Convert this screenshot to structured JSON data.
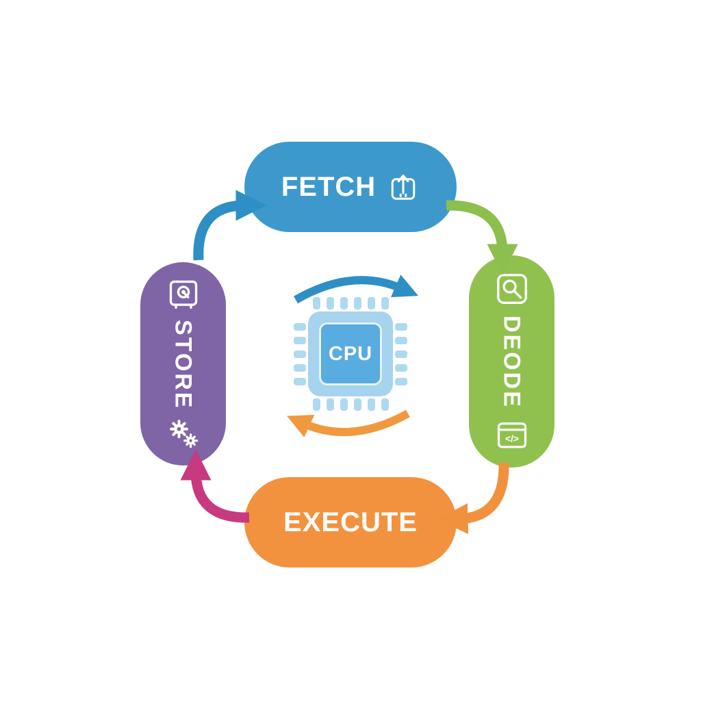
{
  "page": {
    "background": "#ffffff"
  },
  "diagram": {
    "type": "cycle",
    "center": {
      "chip_label": "CPU",
      "chip_body_color": "#a6d3ee",
      "chip_core_color": "#59acdf"
    },
    "nodes": {
      "fetch": {
        "label": "FETCH",
        "color": "#3d99cb",
        "position": "top",
        "icon": "upload-tray-icon"
      },
      "decode": {
        "label": "DEODE",
        "color": "#90c14f",
        "position": "right",
        "icons": [
          "magnifier-icon",
          "code-window-icon"
        ]
      },
      "execute": {
        "label": "EXECUTE",
        "color": "#f3923e",
        "position": "bottom"
      },
      "store": {
        "label": "STORE",
        "color": "#7f64a6",
        "position": "left",
        "icons": [
          "hard-drive-icon",
          "gears-icon"
        ]
      }
    },
    "icons": {
      "code_glyph": "</>"
    },
    "arrows": {
      "store_to_fetch": {
        "color": "#2e8fc5"
      },
      "fetch_to_decode": {
        "color": "#8cbf4d"
      },
      "decode_to_execute": {
        "color": "#f2913d"
      },
      "execute_to_store": {
        "color": "#c73a80"
      },
      "center_top": {
        "color": "#2e8fc5",
        "direction": "right"
      },
      "center_bottom": {
        "color": "#f0993f",
        "direction": "left"
      }
    }
  }
}
